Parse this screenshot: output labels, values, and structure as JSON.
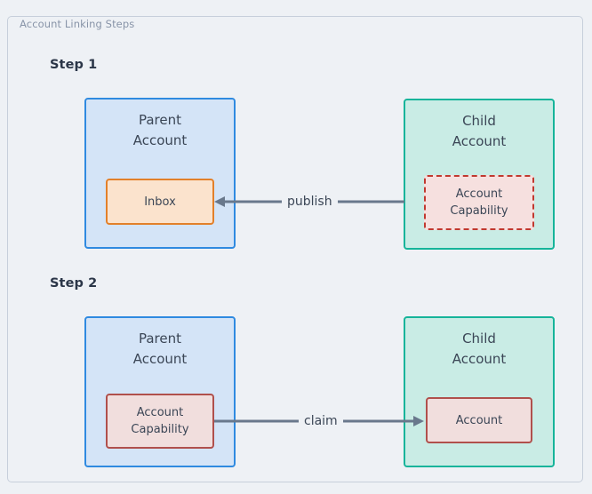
{
  "diagram": {
    "caption": "Account Linking Steps",
    "background_color": "#eef1f5",
    "frame_border_color": "#c7cfdb",
    "steps": [
      {
        "heading": "Step 1",
        "left_account": {
          "title": "Parent\nAccount",
          "kind": "parent",
          "fill_color": "#d4e4f7",
          "border_color": "#2f8ae0",
          "resource": {
            "label": "Inbox",
            "style": "solid",
            "fill_color": "#fbe3cd",
            "border_color": "#e3802a"
          }
        },
        "right_account": {
          "title": "Child\nAccount",
          "kind": "child",
          "fill_color": "#c9ece5",
          "border_color": "#16b49a",
          "resource": {
            "label": "Account\nCapability",
            "style": "dashed",
            "fill_color": "#f6e0df",
            "border_color": "#c0392f"
          }
        },
        "connector": {
          "label": "publish",
          "direction": "right-to-left",
          "color": "#69788c"
        }
      },
      {
        "heading": "Step 2",
        "left_account": {
          "title": "Parent\nAccount",
          "kind": "parent",
          "fill_color": "#d4e4f7",
          "border_color": "#2f8ae0",
          "resource": {
            "label": "Account\nCapability",
            "style": "solid",
            "fill_color": "#f1dedd",
            "border_color": "#b0504c"
          }
        },
        "right_account": {
          "title": "Child\nAccount",
          "kind": "child",
          "fill_color": "#c9ece5",
          "border_color": "#16b49a",
          "resource": {
            "label": "Account",
            "style": "solid",
            "fill_color": "#f1dedd",
            "border_color": "#b0504c"
          }
        },
        "connector": {
          "label": "claim",
          "direction": "left-to-right",
          "color": "#69788c"
        }
      }
    ]
  }
}
